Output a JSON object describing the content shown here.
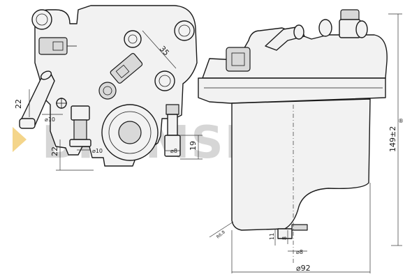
{
  "watermark": {
    "text": "BREMSI",
    "color": "#d6d6d6",
    "mark_color": "#f4d58a"
  },
  "dimensions": {
    "d_22_top": "22",
    "d_phi10_left": "⌀10",
    "d_22_bottom": "22",
    "d_phi10_mid": "⌀10",
    "d_phi8_left": "⌀8",
    "d_19": "19",
    "d_35": "35",
    "d_149": "149±2",
    "d_r6_8": "R6,8",
    "d_11": "11",
    "d_8": "8",
    "d_phi8_bottom": "⌀8",
    "d_phi92": "⌀92"
  },
  "registered_mark": "®"
}
